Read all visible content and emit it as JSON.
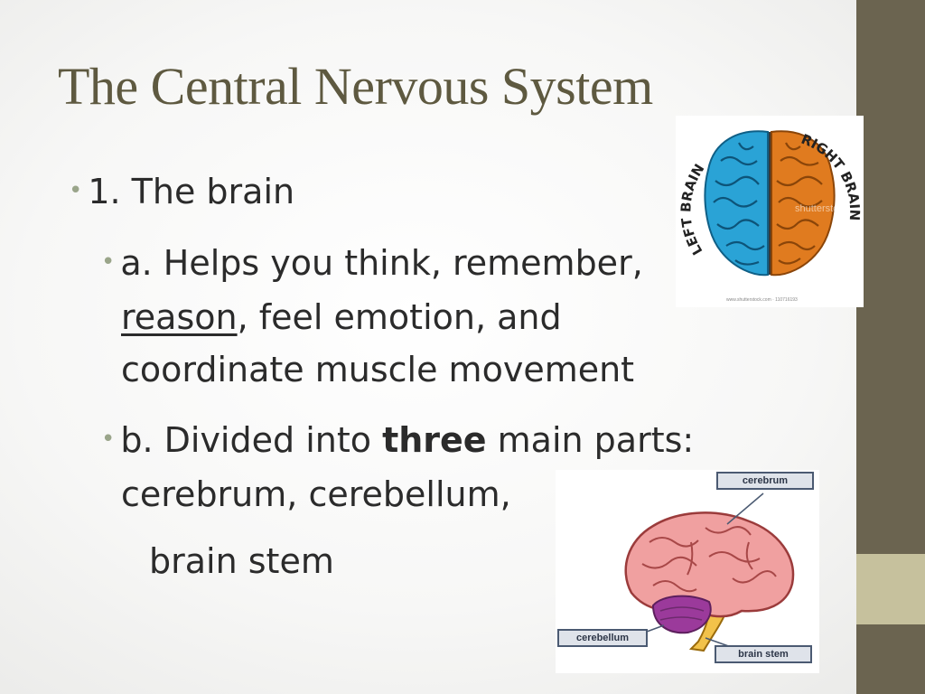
{
  "slide": {
    "title": "The Central Nervous System",
    "bullet_symbol": "•",
    "item1": "1.  The brain",
    "item1a_pre": "a. Helps you think, remember,",
    "item1a_underlined": "reason",
    "item1a_rest": ", feel emotion, and",
    "item1a_line3": "coordinate muscle movement",
    "item1b_pre": "b. Divided into ",
    "item1b_bold": "three",
    "item1b_post": " main parts:",
    "item1b_line2": "cerebrum, cerebellum,",
    "item1b_line3": "brain stem"
  },
  "images": {
    "hemispheres": {
      "left_label": "LEFT BRAIN",
      "right_label": "RIGHT BRAIN",
      "watermark": "shutterstock",
      "credit": "www.shutterstock.com · 110716193"
    },
    "anatomy": {
      "label_cerebrum": "cerebrum",
      "label_cerebellum": "cerebellum",
      "label_brainstem": "brain stem"
    }
  },
  "colors": {
    "title": "#5e5940",
    "side_band": "#6b6450",
    "side_accent": "#c6c19d",
    "bullet": "#9aa58a",
    "left_hemisphere": "#2aa3d6",
    "right_hemisphere": "#e07b1f",
    "cerebrum": "#f0a0a0",
    "cerebellum": "#9b3a9b",
    "brain_stem": "#f2c24a"
  }
}
